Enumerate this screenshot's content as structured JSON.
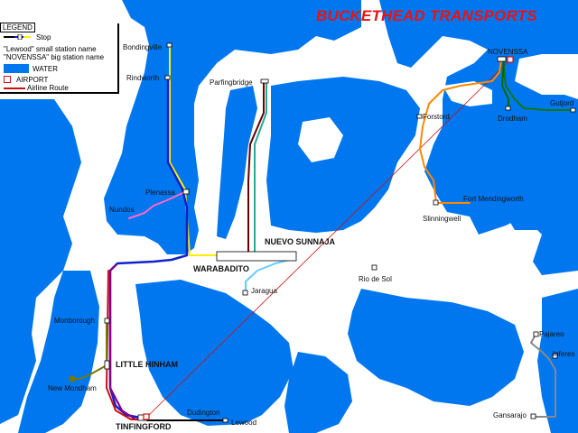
{
  "title": "BUCKETHEAD TRANSPORTS",
  "legend": {
    "heading": "LEGEND",
    "stop": "Stop",
    "small_station": "\"Lewood\"  small station name",
    "big_station": "\"NOVENSSA\"  big station name",
    "water": "WATER",
    "airport": "AIRPORT",
    "airline": "Airline Route"
  },
  "colors": {
    "water": "#0077ee",
    "title": "#ee1111",
    "airline": "#cc1111",
    "line_yellow": "#ffee00",
    "line_blue": "#1122cc",
    "line_purple": "#880088",
    "line_red": "#cc1111",
    "line_orange": "#ff8800",
    "line_green": "#117711",
    "line_teal": "#22aa99",
    "line_maroon": "#660000",
    "line_pink": "#ff66cc",
    "line_lightblue": "#66ccff",
    "line_olive": "#777700",
    "line_gray": "#888888",
    "line_black": "#000000",
    "line_darkgreen": "#006600"
  },
  "stations": {
    "bondingville": "Bondingville",
    "rindworth": "Rindworth",
    "parfingbridge": "Parfingbridge",
    "novenssa": "NOVENSSA",
    "gutjord": "Gutjord",
    "forstord": "Forstord",
    "drodham": "Drodham",
    "fort_mendingworth": "Fort Mendingworth",
    "slinningwell": "Slinningwell",
    "plenassa": "Plenassa",
    "nundos": "Nundos",
    "nuevo_sunnaja": "NUEVO SUNNAJA",
    "warabadito": "WARABADITO",
    "rio_de_sol": "Rio de Sol",
    "jaragua": "Jaragua",
    "monborough": "Monborough",
    "little_hinham": "LITTLE HINHAM",
    "new_mondham": "New Mondham",
    "dudington": "Dudington",
    "lewood": "Lewood",
    "tinfingford": "TINFINGFORD",
    "pajareo": "Pajareo",
    "inferes": "Inferes",
    "gansarajo": "Gansarajo"
  }
}
